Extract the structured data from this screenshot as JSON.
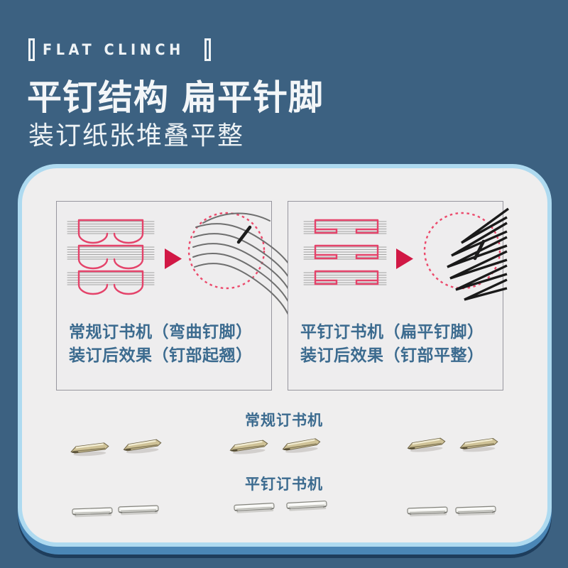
{
  "header": {
    "badge": "FLAT CLINCH",
    "title": "平钉结构 扁平针脚",
    "subtitle": "装订纸张堆叠平整"
  },
  "comparison": {
    "left_panel": {
      "caption_line1": "常规订书机（弯曲钉脚）",
      "caption_line2": "装订后效果（钉部起翘）"
    },
    "right_panel": {
      "caption_line1": "平钉订书机（扁平钉脚）",
      "caption_line2": "装订后效果（钉部平整）"
    }
  },
  "samples": {
    "row1_label": "常规订书机",
    "row2_label": "平钉订书机"
  },
  "colors": {
    "background": "#3c6181",
    "card_background": "#efeeee",
    "card_border": "#aedaf0",
    "under_band_mid": "#4a86b6",
    "under_band_navy": "#1e3d5c",
    "accent_pink": "#e4436a",
    "arrow_crimson": "#d11845",
    "caption_blue": "#3c6b8f"
  }
}
